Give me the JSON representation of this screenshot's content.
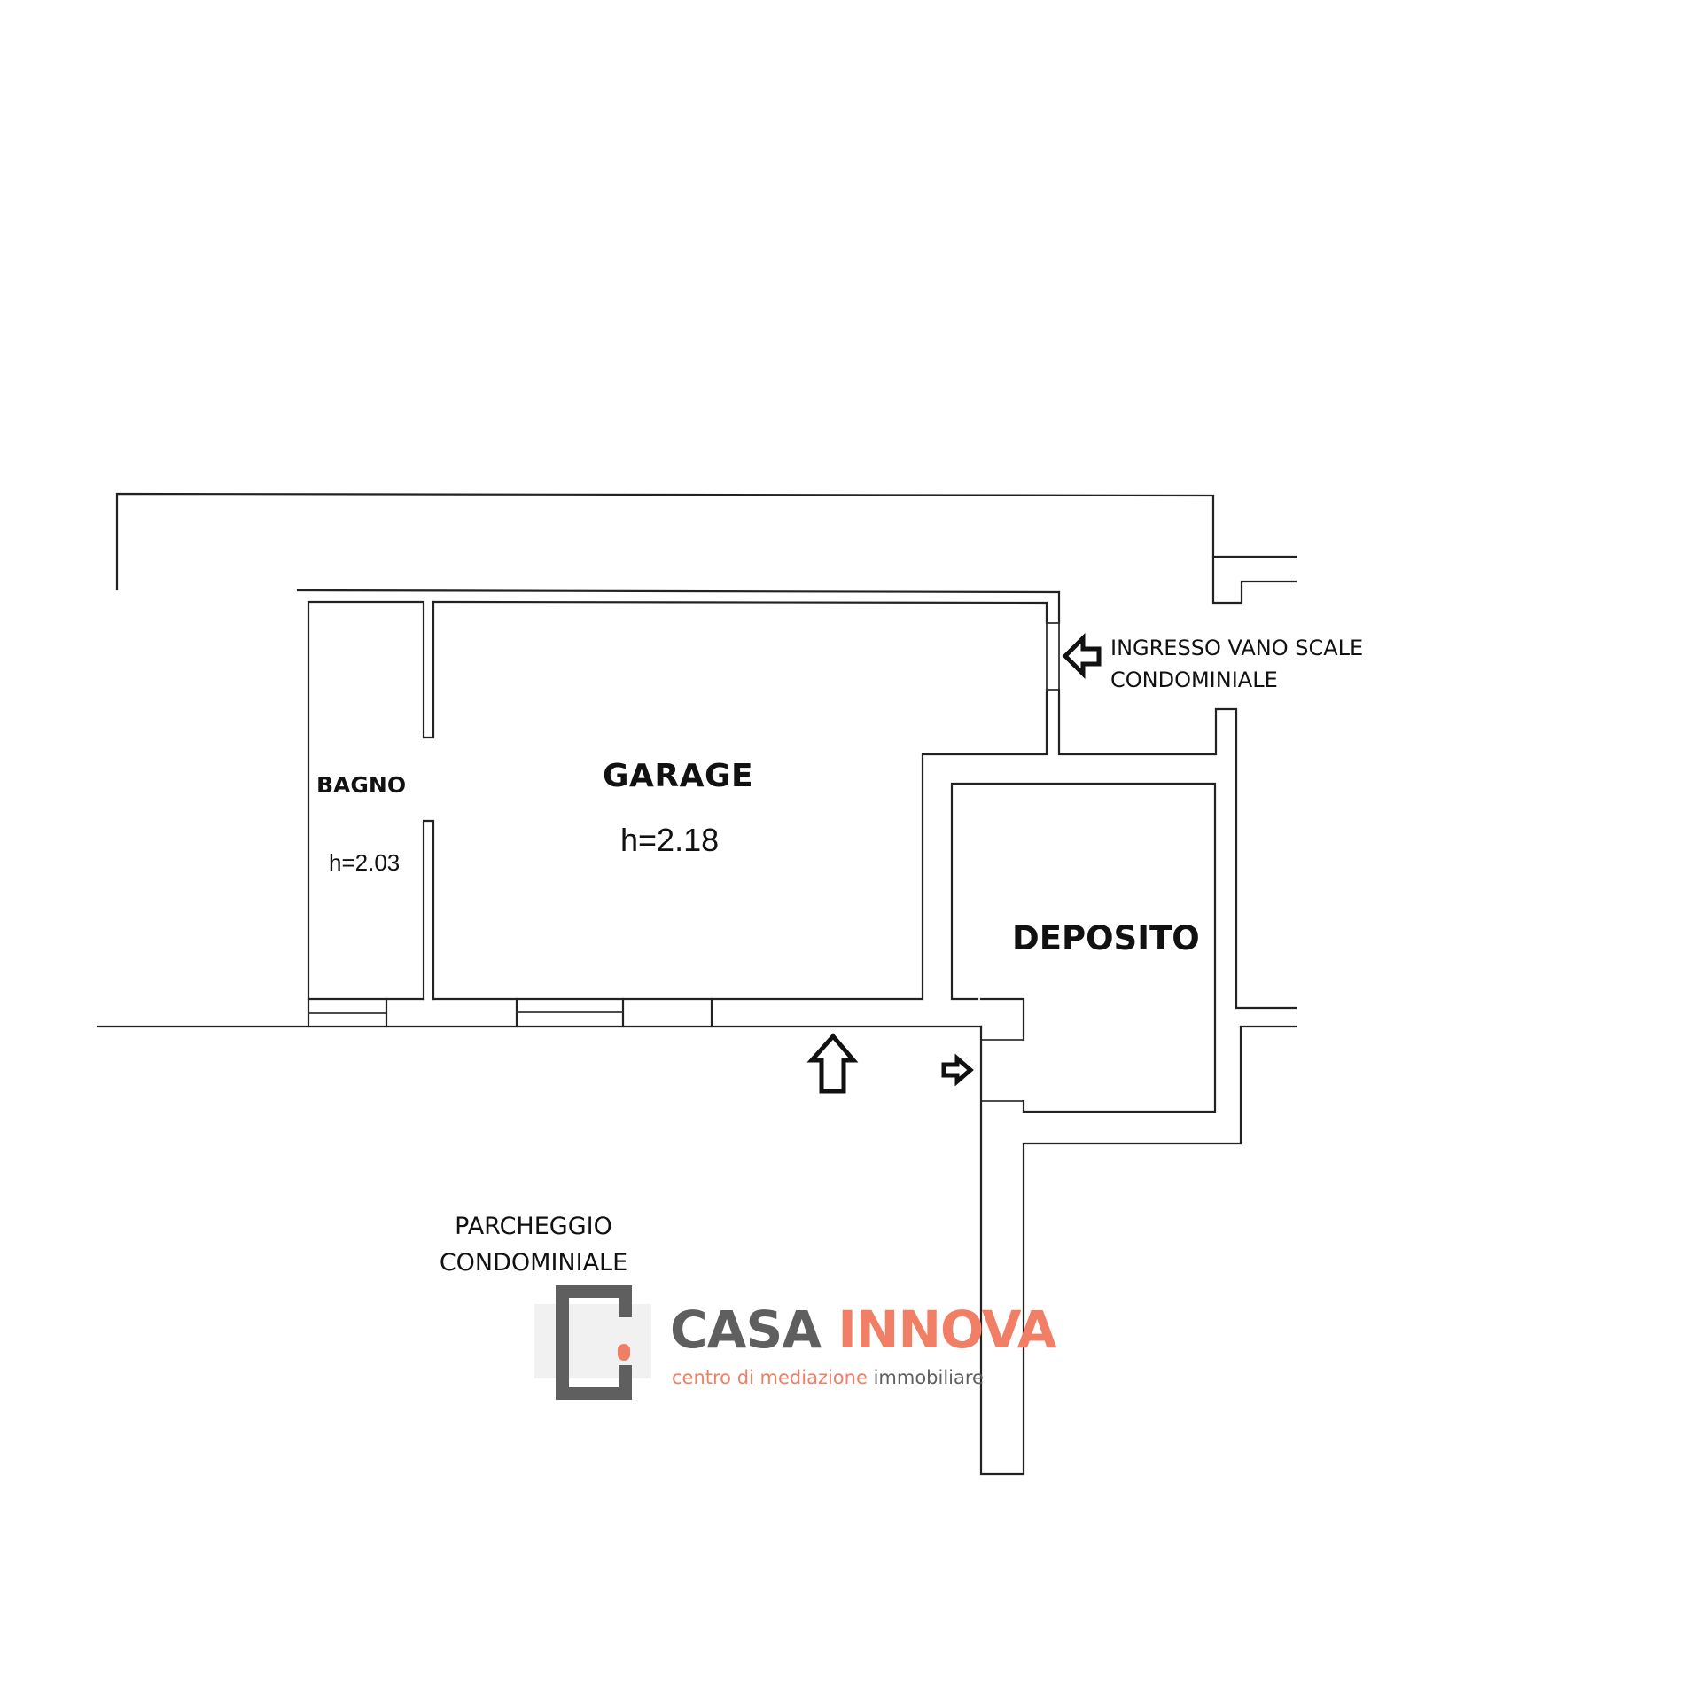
{
  "plan": {
    "rooms": {
      "garage": {
        "name": "GARAGE",
        "height": "h=2.18"
      },
      "bagno": {
        "name": "BAGNO",
        "height": "h=2.03"
      },
      "deposito": {
        "name": "DEPOSITO"
      }
    },
    "annotations": {
      "ingresso_line1": "INGRESSO VANO SCALE",
      "ingresso_line2": "CONDOMINIALE",
      "parcheggio_line1": "PARCHEGGIO",
      "parcheggio_line2": "CONDOMINIALE"
    },
    "icons": [
      "arrow-left-icon",
      "arrow-up-icon",
      "arrow-right-icon"
    ]
  },
  "watermark": {
    "brand_part1": "CASA",
    "brand_part2": "INNOVA",
    "tagline_part1": "centro di mediazione",
    "tagline_part2": "immobiliare",
    "colors": {
      "gray": "#5f5f5f",
      "accent": "#f07f66",
      "band": "#f1f1f1"
    }
  }
}
